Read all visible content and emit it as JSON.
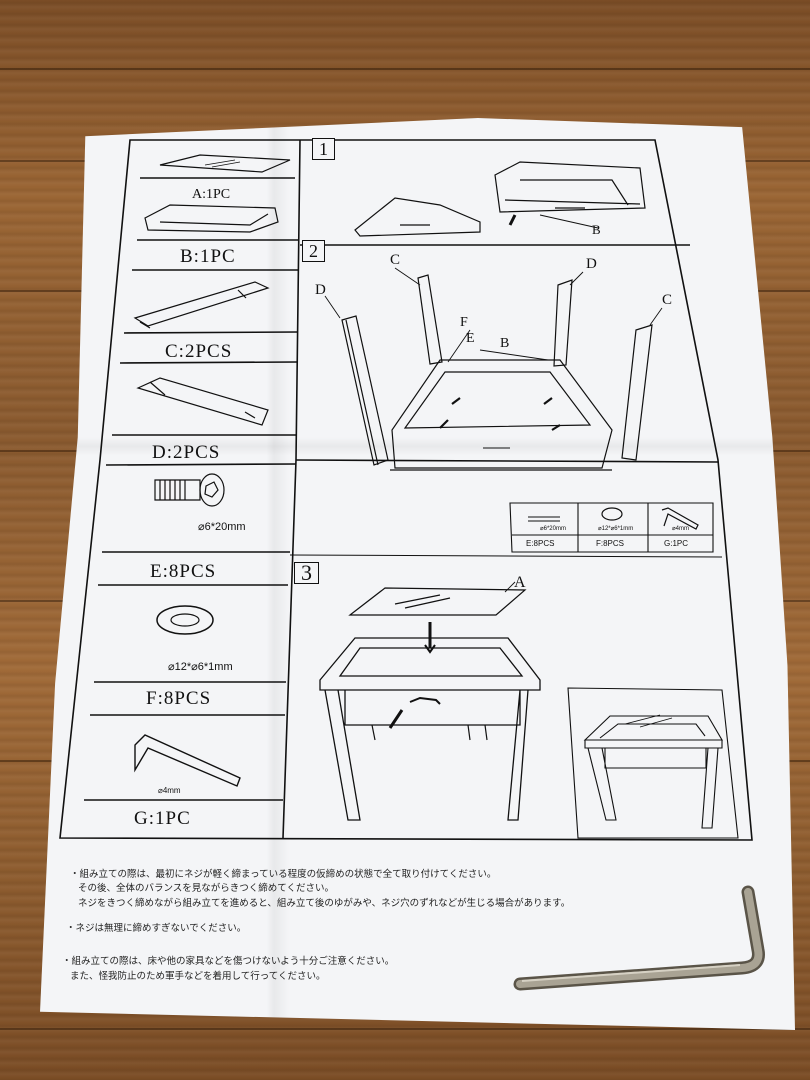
{
  "parts": [
    {
      "id": "A",
      "label": "A:1PC"
    },
    {
      "id": "B",
      "label": "B:1PC"
    },
    {
      "id": "C",
      "label": "C:2PCS"
    },
    {
      "id": "D",
      "label": "D:2PCS"
    },
    {
      "id": "E",
      "label": "E:8PCS",
      "spec": "⌀6*20mm"
    },
    {
      "id": "F",
      "label": "F:8PCS",
      "spec": "⌀12*⌀6*1mm"
    },
    {
      "id": "G",
      "label": "G:1PC",
      "spec": "⌀4mm"
    }
  ],
  "steps": [
    "1",
    "2",
    "3"
  ],
  "callouts": {
    "A": "A",
    "B": "B",
    "C": "C",
    "D": "D",
    "E": "E",
    "F": "F"
  },
  "hardware_box": {
    "e": "E:8PCS",
    "f": "F:8PCS",
    "g": "G:1PC",
    "e_spec": "⌀6*20mm",
    "f_spec": "⌀12*⌀6*1mm",
    "g_spec": "⌀4mm"
  },
  "notes": [
    "・組み立ての際は、最初にネジが軽く締まっている程度の仮締めの状態で全て取り付けてください。",
    "その後、全体のバランスを見ながらきつく締めてください。",
    "ネジをきつく締めながら組み立てを進めると、組み立て後のゆがみや、ネジ穴のずれなどが生じる場合があります。",
    "・ネジは無理に締めすぎないでください。",
    "・組み立ての際は、床や他の家具などを傷つけないよう十分ご注意ください。",
    "また、怪我防止のため軍手などを着用して行ってください。"
  ],
  "colors": {
    "paper": "#f4f5f7",
    "ink": "#111111",
    "wood": "#8a5a2f",
    "wrench": "#8f8a80"
  }
}
